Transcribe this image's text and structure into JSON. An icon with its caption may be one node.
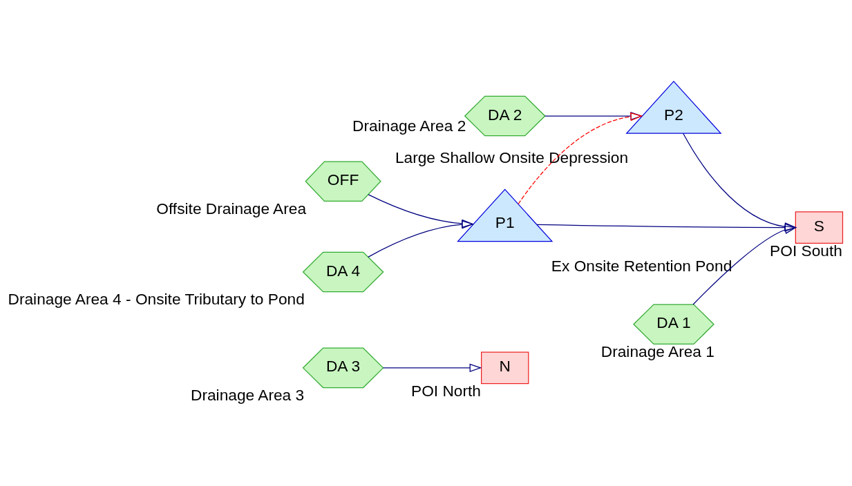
{
  "diagram": {
    "nodes": [
      {
        "text": [
          "DA 3"
        ],
        "beside": [
          "Drainage Area 3"
        ]
      },
      {
        "text": [
          "N"
        ],
        "beside": [
          "POI North"
        ]
      },
      {
        "text": [
          "OFF"
        ],
        "beside": [
          "Offsite Drainage Area"
        ]
      },
      {
        "text": [
          "P2"
        ],
        "beside": [
          "Large Shallow Onsite Depression"
        ]
      },
      {
        "text": [
          "DA 2"
        ],
        "beside": [
          "Drainage Area 2"
        ]
      },
      {
        "text": [
          "DA 4"
        ],
        "beside": [
          "Drainage Area 4 - Onsite Tributary to Pond"
        ]
      },
      {
        "text": [
          "P1"
        ],
        "beside": [
          "Ex Onsite Retention Pond"
        ]
      },
      {
        "text": [
          "S"
        ],
        "beside": [
          "POI South"
        ]
      },
      {
        "text": [
          "DA 1"
        ],
        "beside": [
          "Drainage Area 1"
        ]
      }
    ],
    "edges": [
      {
        "from": 0,
        "to": 1,
        "arrow": "to"
      },
      {
        "from": 2,
        "to": 6,
        "arrow": "to"
      },
      {
        "from": 4,
        "to": 3,
        "arrow": "to"
      },
      {
        "from": 5,
        "to": 6,
        "arrow": "to"
      },
      {
        "from": 6,
        "to": 3,
        "arrow": "to",
        "style": "dashed",
        "color": "#ff0000"
      },
      {
        "from": 3,
        "to": 7,
        "arrow": "to"
      },
      {
        "from": 6,
        "to": 7,
        "arrow": "to"
      },
      {
        "from": 8,
        "to": 7,
        "arrow": "to"
      }
    ]
  }
}
